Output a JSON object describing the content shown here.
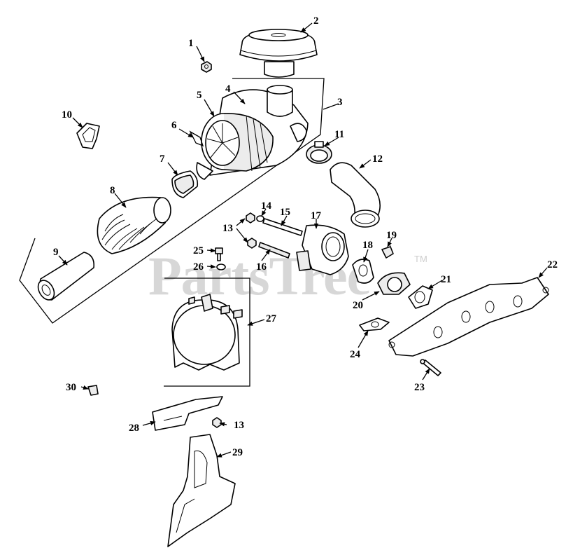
{
  "watermark": {
    "text": "PartsTree",
    "tm": "TM"
  },
  "callouts": [
    "1",
    "2",
    "3",
    "4",
    "5",
    "6",
    "7",
    "8",
    "9",
    "10",
    "11",
    "12",
    "13",
    "13",
    "14",
    "15",
    "16",
    "17",
    "18",
    "19",
    "20",
    "21",
    "22",
    "23",
    "24",
    "25",
    "26",
    "27",
    "28",
    "29",
    "30"
  ]
}
